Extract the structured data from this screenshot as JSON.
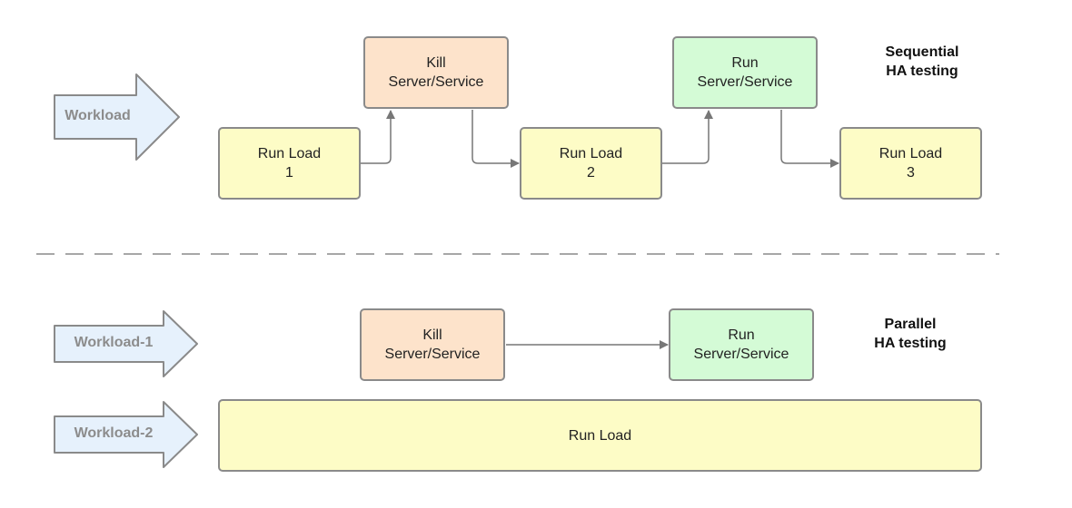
{
  "sequential": {
    "title_line1": "Sequential",
    "title_line2": "HA testing",
    "workload_label": "Workload",
    "run_load_1": [
      "Run Load",
      "1"
    ],
    "kill": [
      "Kill",
      "Server/Service"
    ],
    "run_load_2": [
      "Run Load",
      "2"
    ],
    "run_service": [
      "Run",
      "Server/Service"
    ],
    "run_load_3": [
      "Run Load",
      "3"
    ]
  },
  "parallel": {
    "title_line1": "Parallel",
    "title_line2": "HA testing",
    "workload1_label": "Workload-1",
    "workload2_label": "Workload-2",
    "kill": [
      "Kill",
      "Server/Service"
    ],
    "run_service": [
      "Run",
      "Server/Service"
    ],
    "run_load": "Run Load"
  },
  "colors": {
    "run_load_fill": "#fdfcc6",
    "kill_fill": "#fde3cb",
    "run_service_fill": "#d4fbd6",
    "workload_arrow_fill": "#e6f1fc",
    "border": "#8a8a8a",
    "connector": "#777777"
  }
}
